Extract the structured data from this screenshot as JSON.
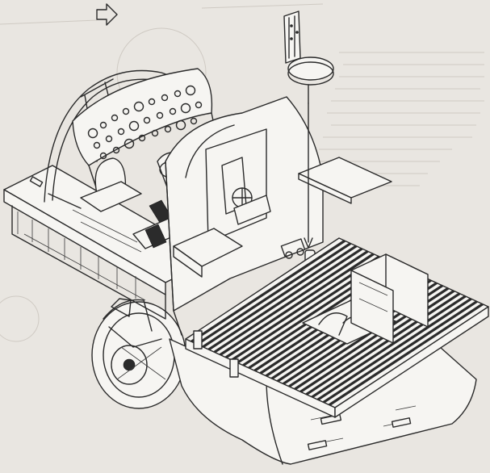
{
  "diagram": {
    "colors": {
      "paper": "#e9e6e1",
      "ink": "#2a2a2a",
      "panel": "#f6f5f2",
      "grating": "#2b2b2b",
      "bleed_through": "#cfcac3"
    },
    "icons": [
      "arrow-right-outline-icon"
    ],
    "parts": [
      "cockpit-frame",
      "instrument-panel",
      "seats",
      "pilot-seat-stool",
      "slatted-floor",
      "landing-wheel",
      "fuselage-bulkhead"
    ]
  }
}
